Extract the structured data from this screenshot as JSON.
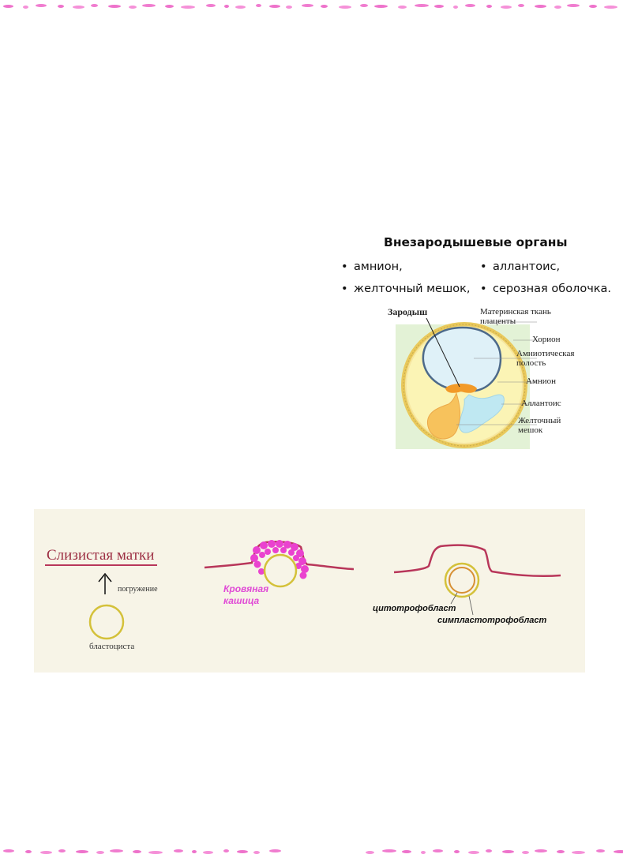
{
  "border": {
    "colors": [
      "#f07ccf",
      "#ee72cb",
      "#f590d8"
    ]
  },
  "organs": {
    "title": "Внезародышевые органы",
    "bullet": "•",
    "items": [
      "амнион,",
      "аллантоис,",
      "желточный мешок,",
      "серозная оболочка."
    ]
  },
  "embryo_figure": {
    "labels": {
      "embryo": "Зародыш",
      "maternal_tissue": "Материнская ткань",
      "placenta": "плаценты",
      "chorion": "Хорион",
      "amniotic_1": "Амниотическая",
      "amniotic_2": "полость",
      "amnion": "Амнион",
      "allantois": "Аллантоис",
      "yolk_1": "Желточный",
      "yolk_2": "мешок"
    },
    "colors": {
      "background": "#e3f2d6",
      "egg_fill": "#fbf4b5",
      "egg_ring": "#e9c95b",
      "amnion_fill": "#dff1f8",
      "amnion_line": "#4d6a8a",
      "embryo": "#f29a28",
      "yolk": "#f7c25c",
      "allantois": "#bfe8f2"
    }
  },
  "implantation": {
    "mucosa": "Слизистая матки",
    "immersion": "погружение",
    "blastocyst": "бластоциста",
    "blood_lacuna": "Кровяная кашица",
    "cytotrophoblast": "цитотрофобласт",
    "symplastotrophoblast": "симпластотрофобласт",
    "colors": {
      "panel": "#f7f4e7",
      "mucosa_line": "#b8365a",
      "blastocyst_ring": "#d4c13a",
      "blood": "#ea42cf",
      "inner_ring": "#d79034"
    }
  }
}
